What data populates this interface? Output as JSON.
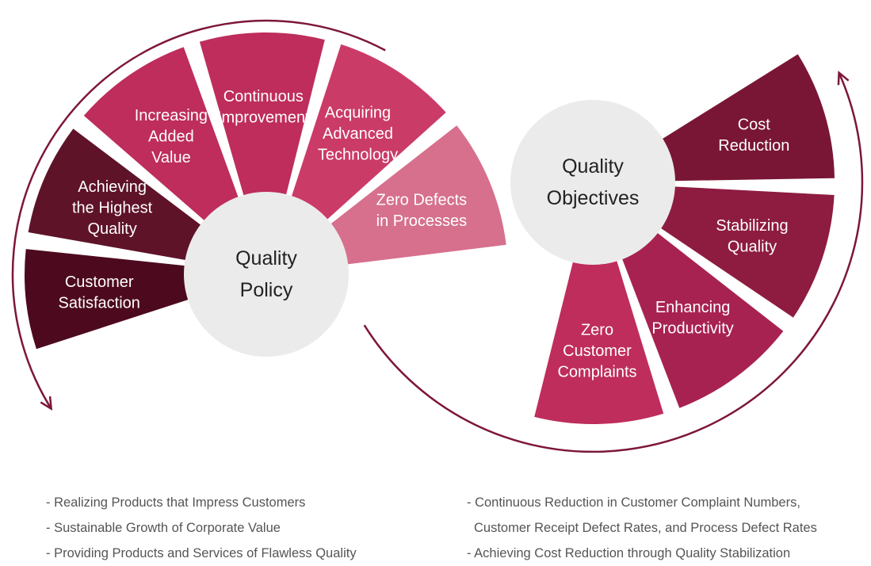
{
  "colors": {
    "darkest": "#4d0a1e",
    "dark": "#5e1329",
    "wine": "#7a1635",
    "deep_rose": "#8e1c40",
    "crimson": "#a82251",
    "raspberry": "#be2d5b",
    "pink": "#cb3b68",
    "light_pink": "#d6708d",
    "hub_fill": "#ebebeb",
    "arc_stroke": "#7d1737",
    "arc_light": "#c24470"
  },
  "policy": {
    "hub_title": [
      "Quality",
      "Policy"
    ],
    "segments": [
      {
        "lines": [
          "Customer",
          "Satisfaction"
        ],
        "color": "darkest"
      },
      {
        "lines": [
          "Achieving",
          "the Highest",
          "Quality"
        ],
        "color": "dark"
      },
      {
        "lines": [
          "Increasing",
          "Added",
          "Value"
        ],
        "color": "raspberry"
      },
      {
        "lines": [
          "Continuous",
          "Improvement"
        ],
        "color": "raspberry"
      },
      {
        "lines": [
          "Acquiring",
          "Advanced",
          "Technology"
        ],
        "color": "pink"
      },
      {
        "lines": [
          "Zero Defects",
          "in Processes"
        ],
        "color": "light_pink"
      }
    ],
    "bullets": [
      "- Realizing Products that Impress Customers",
      "- Sustainable Growth of Corporate Value",
      "- Providing Products and Services of Flawless Quality"
    ]
  },
  "objectives": {
    "hub_title": [
      "Quality",
      "Objectives"
    ],
    "segments": [
      {
        "lines": [
          "Cost",
          "Reduction"
        ],
        "color": "wine"
      },
      {
        "lines": [
          "Stabilizing",
          "Quality"
        ],
        "color": "deep_rose"
      },
      {
        "lines": [
          "Enhancing",
          "Productivity"
        ],
        "color": "crimson"
      },
      {
        "lines": [
          "Zero",
          "Customer",
          "Complaints"
        ],
        "color": "raspberry"
      }
    ],
    "bullets": [
      "- Continuous Reduction in Customer Complaint Numbers,",
      "Customer Receipt Defect Rates, and Process Defect Rates",
      "- Achieving Cost Reduction through Quality Stabilization"
    ]
  }
}
